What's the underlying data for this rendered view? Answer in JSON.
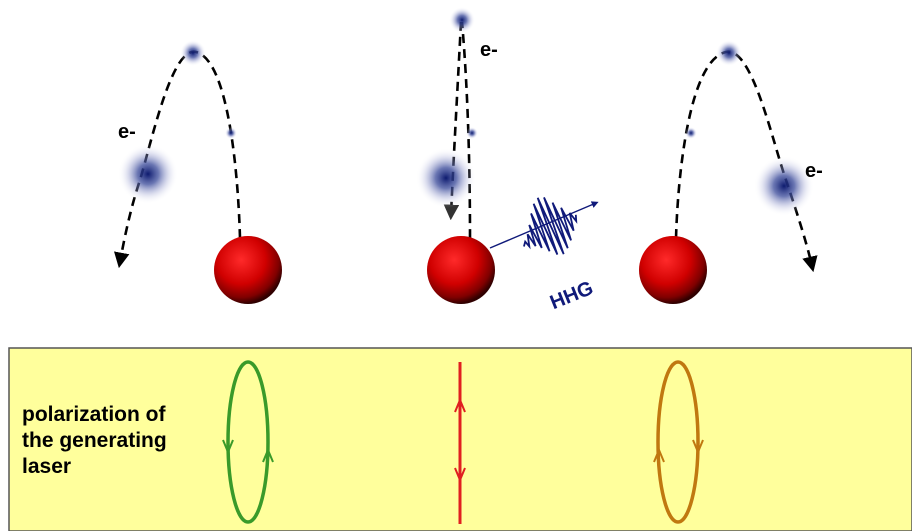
{
  "scenes": [
    {
      "id": "left",
      "electron_label": "e-"
    },
    {
      "id": "center",
      "electron_label": "e-",
      "emission_label": "HHG"
    },
    {
      "id": "right",
      "electron_label": "e-"
    }
  ],
  "polarization": {
    "label_lines": [
      "polarization of",
      "the generating",
      "laser"
    ],
    "panel_color": "#ffff9c",
    "modes": [
      {
        "id": "left",
        "shape": "ellipse",
        "color": "#3a9a2a"
      },
      {
        "id": "center",
        "shape": "line",
        "color": "#e02020"
      },
      {
        "id": "right",
        "shape": "ellipse",
        "color": "#c07810"
      }
    ]
  },
  "colors": {
    "ion": "#dd0000",
    "electron_cloud": "#1a2a7a",
    "trajectory": "#000000",
    "hhg_wave": "#101a7a"
  }
}
